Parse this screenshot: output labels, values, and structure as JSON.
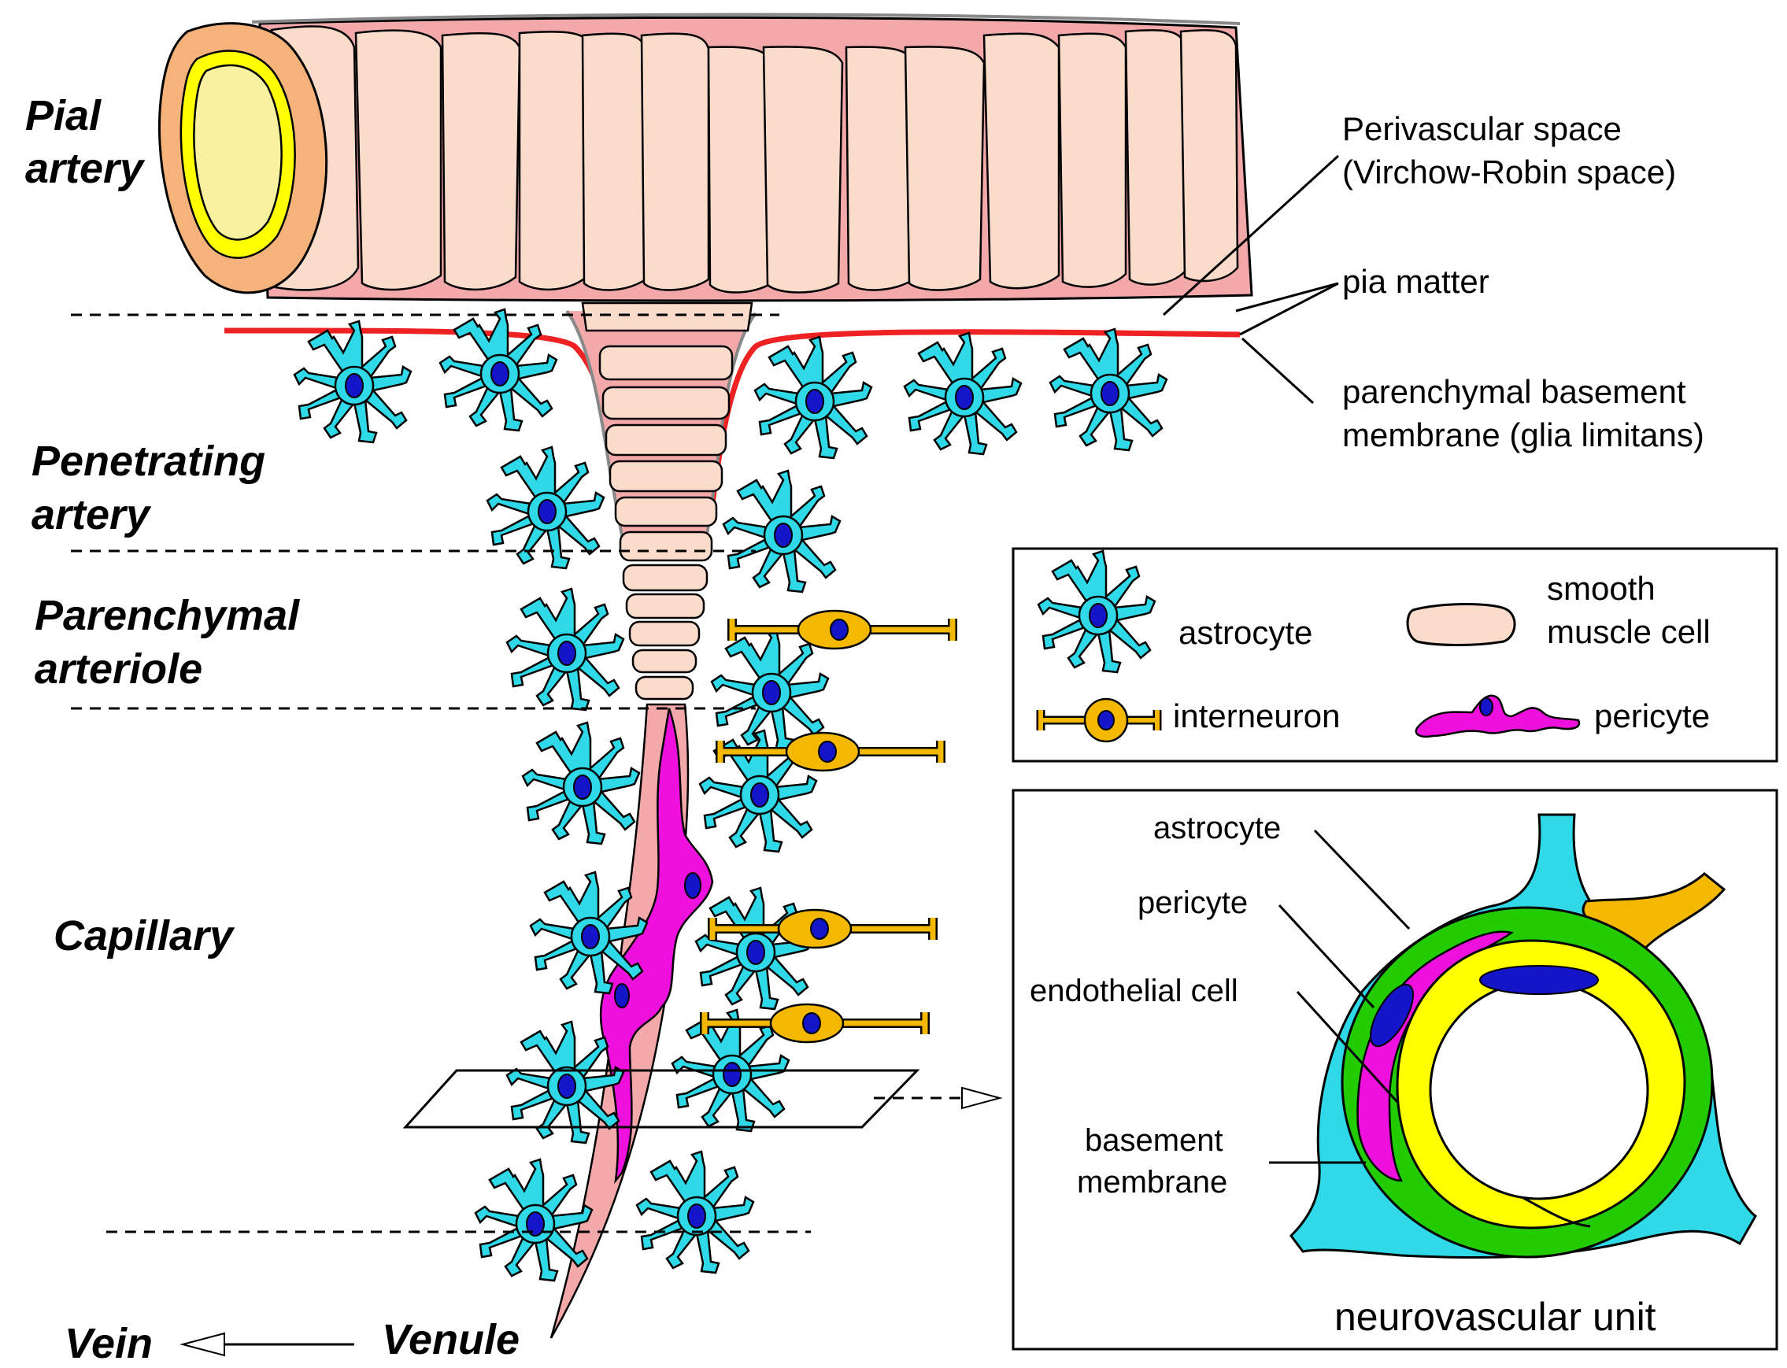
{
  "diagram": {
    "vessel_labels": {
      "pial_artery": [
        "Pial",
        "artery"
      ],
      "penetrating_artery": [
        "Penetrating",
        "artery"
      ],
      "parenchymal_arteriole": [
        "Parenchymal",
        "arteriole"
      ],
      "capillary": "Capillary",
      "venule": "Venule",
      "vein": "Vein"
    },
    "annotations": {
      "perivascular_space": [
        "Perivascular space",
        "(Virchow-Robin space)"
      ],
      "pia_matter": "pia matter",
      "parenchymal_basement_membrane": [
        "parenchymal basement",
        "membrane (glia limitans)"
      ]
    },
    "legend": {
      "astrocyte": "astrocyte",
      "smooth_muscle_cell": [
        "smooth",
        "muscle cell"
      ],
      "interneuron": "interneuron",
      "pericyte": "pericyte"
    },
    "neurovascular_unit": {
      "title": "neurovascular unit",
      "astrocyte": "astrocyte",
      "pericyte": "pericyte",
      "endothelial_cell": "endothelial cell",
      "basement_membrane": [
        "basement",
        "membrane"
      ]
    },
    "colors": {
      "astrocyte": "#2fd9e8",
      "nucleus": "#1414c8",
      "smooth_muscle": "#fbdccb",
      "vessel_wall": "#f3a9a9",
      "interneuron": "#f5b800",
      "pericyte": "#ee10dc",
      "basement_membrane": "#22cc00",
      "endothelium": "#ffff00",
      "glia_limitans": "#ee2222"
    }
  }
}
